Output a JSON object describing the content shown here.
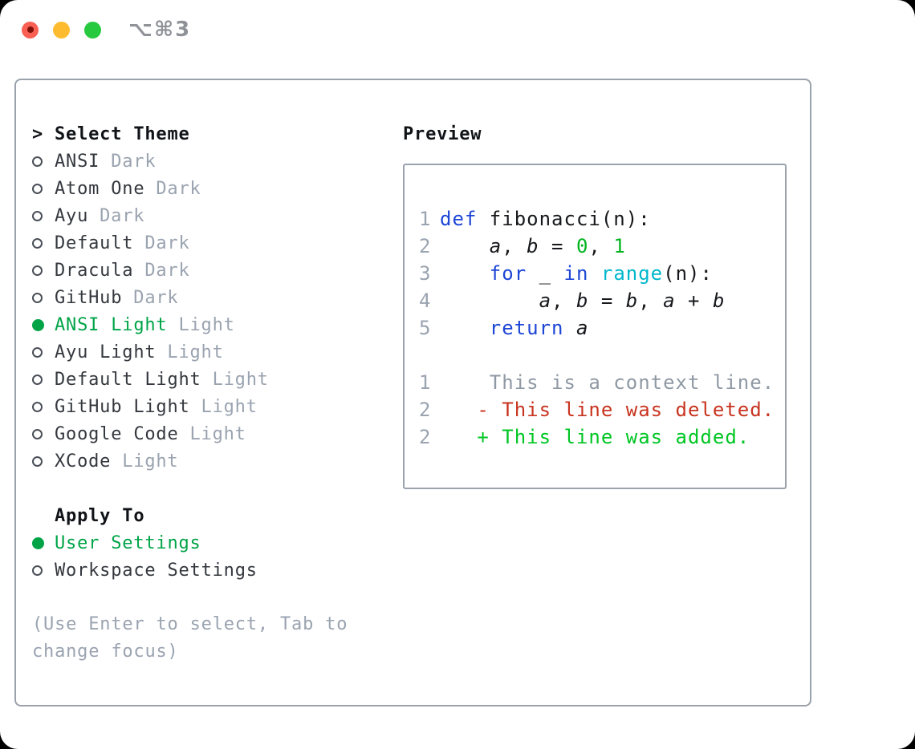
{
  "window": {
    "title_shortcut": "⌥⌘3"
  },
  "colors": {
    "text-dark": "#34383e",
    "header-black": "#101317",
    "muted-gray": "#9aa3b0",
    "context-gray": "#8f99a4",
    "border-gray": "#9aa2ac",
    "select-green": "#00a447",
    "added-green": "#00c623",
    "deleted-red": "#c8341f",
    "number-green": "#00b41e",
    "keyword-blue": "#1d46d6",
    "builtin-cyan": "#00b7cb",
    "code-black": "#16181b",
    "tl-red": "#f95f53",
    "tl-red-dot": "#7f1007",
    "tl-yellow": "#fdbc2f",
    "tl-green": "#27c93f",
    "title-gray": "#8f9297"
  },
  "theme_panel": {
    "header_prefix": ">",
    "header": "Select Theme",
    "items": [
      {
        "label": "ANSI",
        "tag": "Dark",
        "selected": false
      },
      {
        "label": "Atom One",
        "tag": "Dark",
        "selected": false
      },
      {
        "label": "Ayu",
        "tag": "Dark",
        "selected": false
      },
      {
        "label": "Default",
        "tag": "Dark",
        "selected": false
      },
      {
        "label": "Dracula",
        "tag": "Dark",
        "selected": false
      },
      {
        "label": "GitHub",
        "tag": "Dark",
        "selected": false
      },
      {
        "label": "ANSI Light",
        "tag": "Light",
        "selected": true
      },
      {
        "label": "Ayu Light",
        "tag": "Light",
        "selected": false
      },
      {
        "label": "Default Light",
        "tag": "Light",
        "selected": false
      },
      {
        "label": "GitHub Light",
        "tag": "Light",
        "selected": false
      },
      {
        "label": "Google Code",
        "tag": "Light",
        "selected": false
      },
      {
        "label": "XCode",
        "tag": "Light",
        "selected": false
      }
    ],
    "apply_header": "Apply To",
    "apply_items": [
      {
        "label": "User Settings",
        "selected": true
      },
      {
        "label": "Workspace Settings",
        "selected": false
      }
    ],
    "help_lines": [
      "(Use Enter to select, Tab to",
      "change focus)"
    ]
  },
  "preview": {
    "header": "Preview",
    "lines": [
      {
        "num": "1",
        "segments": [
          {
            "style": "kw",
            "text": "def"
          },
          {
            "style": "pl",
            "text": " fibonacci(n):"
          }
        ]
      },
      {
        "num": "2",
        "segments": [
          {
            "style": "pl",
            "text": "    "
          },
          {
            "style": "va",
            "text": "a"
          },
          {
            "style": "pl",
            "text": ", "
          },
          {
            "style": "va",
            "text": "b"
          },
          {
            "style": "pl",
            "text": " = "
          },
          {
            "style": "nu",
            "text": "0"
          },
          {
            "style": "pl",
            "text": ", "
          },
          {
            "style": "nu",
            "text": "1"
          }
        ]
      },
      {
        "num": "3",
        "segments": [
          {
            "style": "pl",
            "text": "    "
          },
          {
            "style": "kw",
            "text": "for"
          },
          {
            "style": "pl",
            "text": " _ "
          },
          {
            "style": "kw",
            "text": "in"
          },
          {
            "style": "pl",
            "text": " "
          },
          {
            "style": "fn",
            "text": "range"
          },
          {
            "style": "pl",
            "text": "(n):"
          }
        ]
      },
      {
        "num": "4",
        "segments": [
          {
            "style": "pl",
            "text": "        "
          },
          {
            "style": "va",
            "text": "a"
          },
          {
            "style": "pl",
            "text": ", "
          },
          {
            "style": "va",
            "text": "b"
          },
          {
            "style": "pl",
            "text": " = "
          },
          {
            "style": "va",
            "text": "b"
          },
          {
            "style": "pl",
            "text": ", "
          },
          {
            "style": "va",
            "text": "a"
          },
          {
            "style": "pl",
            "text": " + "
          },
          {
            "style": "va",
            "text": "b"
          }
        ]
      },
      {
        "num": "5",
        "segments": [
          {
            "style": "pl",
            "text": "    "
          },
          {
            "style": "kw",
            "text": "return"
          },
          {
            "style": "pl",
            "text": " "
          },
          {
            "style": "va",
            "text": "a"
          }
        ]
      },
      {
        "num": "",
        "segments": []
      },
      {
        "num": "1",
        "segments": [
          {
            "style": "ctx",
            "text": "    This is a context line."
          }
        ]
      },
      {
        "num": "2",
        "segments": [
          {
            "style": "del",
            "text": "   - This line was deleted."
          }
        ]
      },
      {
        "num": "2",
        "segments": [
          {
            "style": "add",
            "text": "   + This line was added."
          }
        ]
      }
    ]
  }
}
